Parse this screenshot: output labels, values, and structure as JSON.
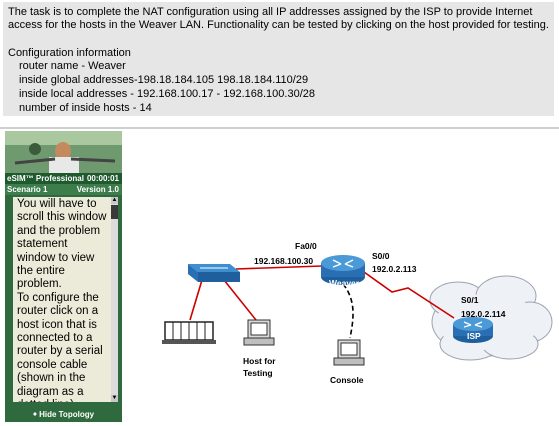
{
  "task": {
    "instruction": "The task is to complete the NAT configuration using all IP addresses assigned by the ISP to provide Internet access for the hosts in the Weaver LAN.  Functionality can be tested by clicking on the host provided for testing.",
    "config_heading": "Configuration information",
    "config_lines": [
      "router name - Weaver",
      "inside global addresses-198.18.184.105 198.18.184.110/29",
      "inside local addresses - 192.168.100.17  - 192.168.100.30/28",
      "number of inside hosts - 14"
    ]
  },
  "sim_panel": {
    "product": "eSIM™ Professional",
    "timer": "00:00:01",
    "scenario": "Scenario 1",
    "version": "Version 1.0",
    "instructions_text": "  You will have to scroll this window and the problem statement window to view the entire problem.\n  To configure the router click on a host icon that is connected to a router by a serial console cable (shown in the diagram as a dotted line).\n  The [Tab] key and most",
    "hide_label": "Hide Topology"
  },
  "topology": {
    "router_name": "Weaver",
    "router_fa_interface": "Fa0/0",
    "router_fa_ip": "192.168.100.30",
    "router_s_interface": "S0/0",
    "router_s_ip": "192.0.2.113",
    "isp_interface": "S0/1",
    "isp_ip": "192.0.2.114",
    "isp_name": "ISP",
    "host_testing_label": "Host for Testing",
    "console_label": "Console"
  },
  "colors": {
    "link_red": "#cc0000",
    "router_blue": "#2a6fb3",
    "panel_green": "#2e6a3e",
    "task_bg": "#e6e6e6"
  }
}
